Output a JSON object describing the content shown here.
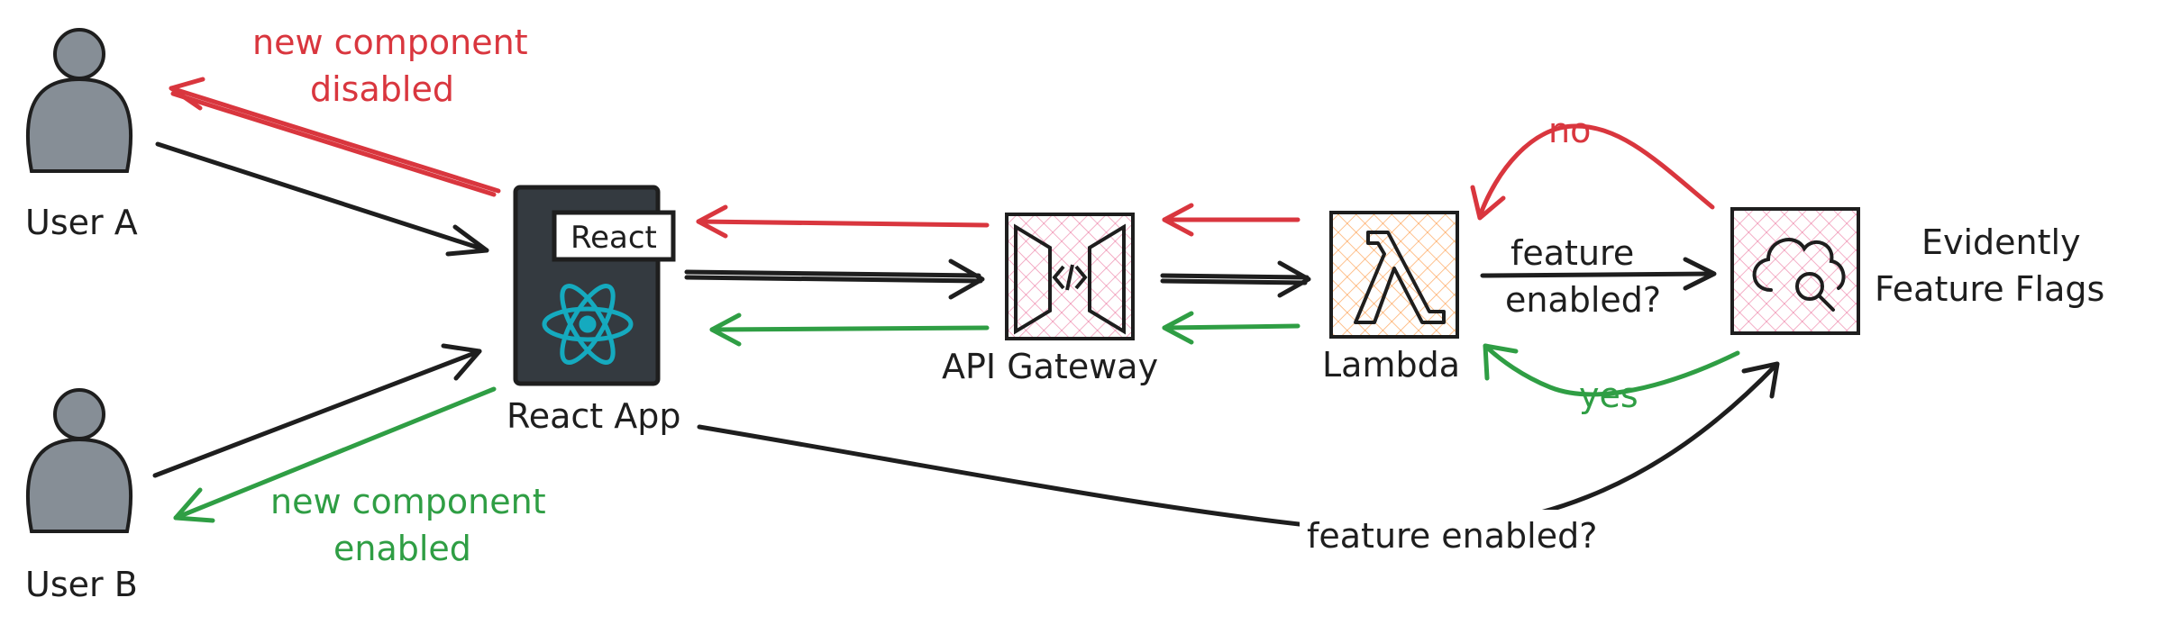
{
  "colors": {
    "ink": "#1e1e1e",
    "red": "#d9363e",
    "green": "#2f9e44",
    "user_fill": "#868e96",
    "app_fill": "#343a40",
    "react_blue": "#15aabf",
    "hatch_pink": "#e64980",
    "hatch_orange": "#fd7e14"
  },
  "nodes": {
    "user_a": {
      "label": "User A",
      "icon": "person-icon"
    },
    "user_b": {
      "label": "User B",
      "icon": "person-icon"
    },
    "react_app": {
      "label": "React App",
      "badge": "React",
      "icon": "react-logo-icon"
    },
    "api_gateway": {
      "label": "API Gateway",
      "icon": "api-gateway-icon"
    },
    "lambda": {
      "label": "Lambda",
      "icon": "lambda-icon"
    },
    "evidently": {
      "label_line1": "Evidently",
      "label_line2": "Feature Flags",
      "icon": "cloud-search-icon"
    }
  },
  "edge_labels": {
    "disabled_line1": "new component",
    "disabled_line2": "disabled",
    "enabled_line1": "new component",
    "enabled_line2": "enabled",
    "lambda_query_line1": "feature",
    "lambda_query_line2": "enabled?",
    "no": "no",
    "yes": "yes",
    "app_query": "feature enabled?"
  }
}
